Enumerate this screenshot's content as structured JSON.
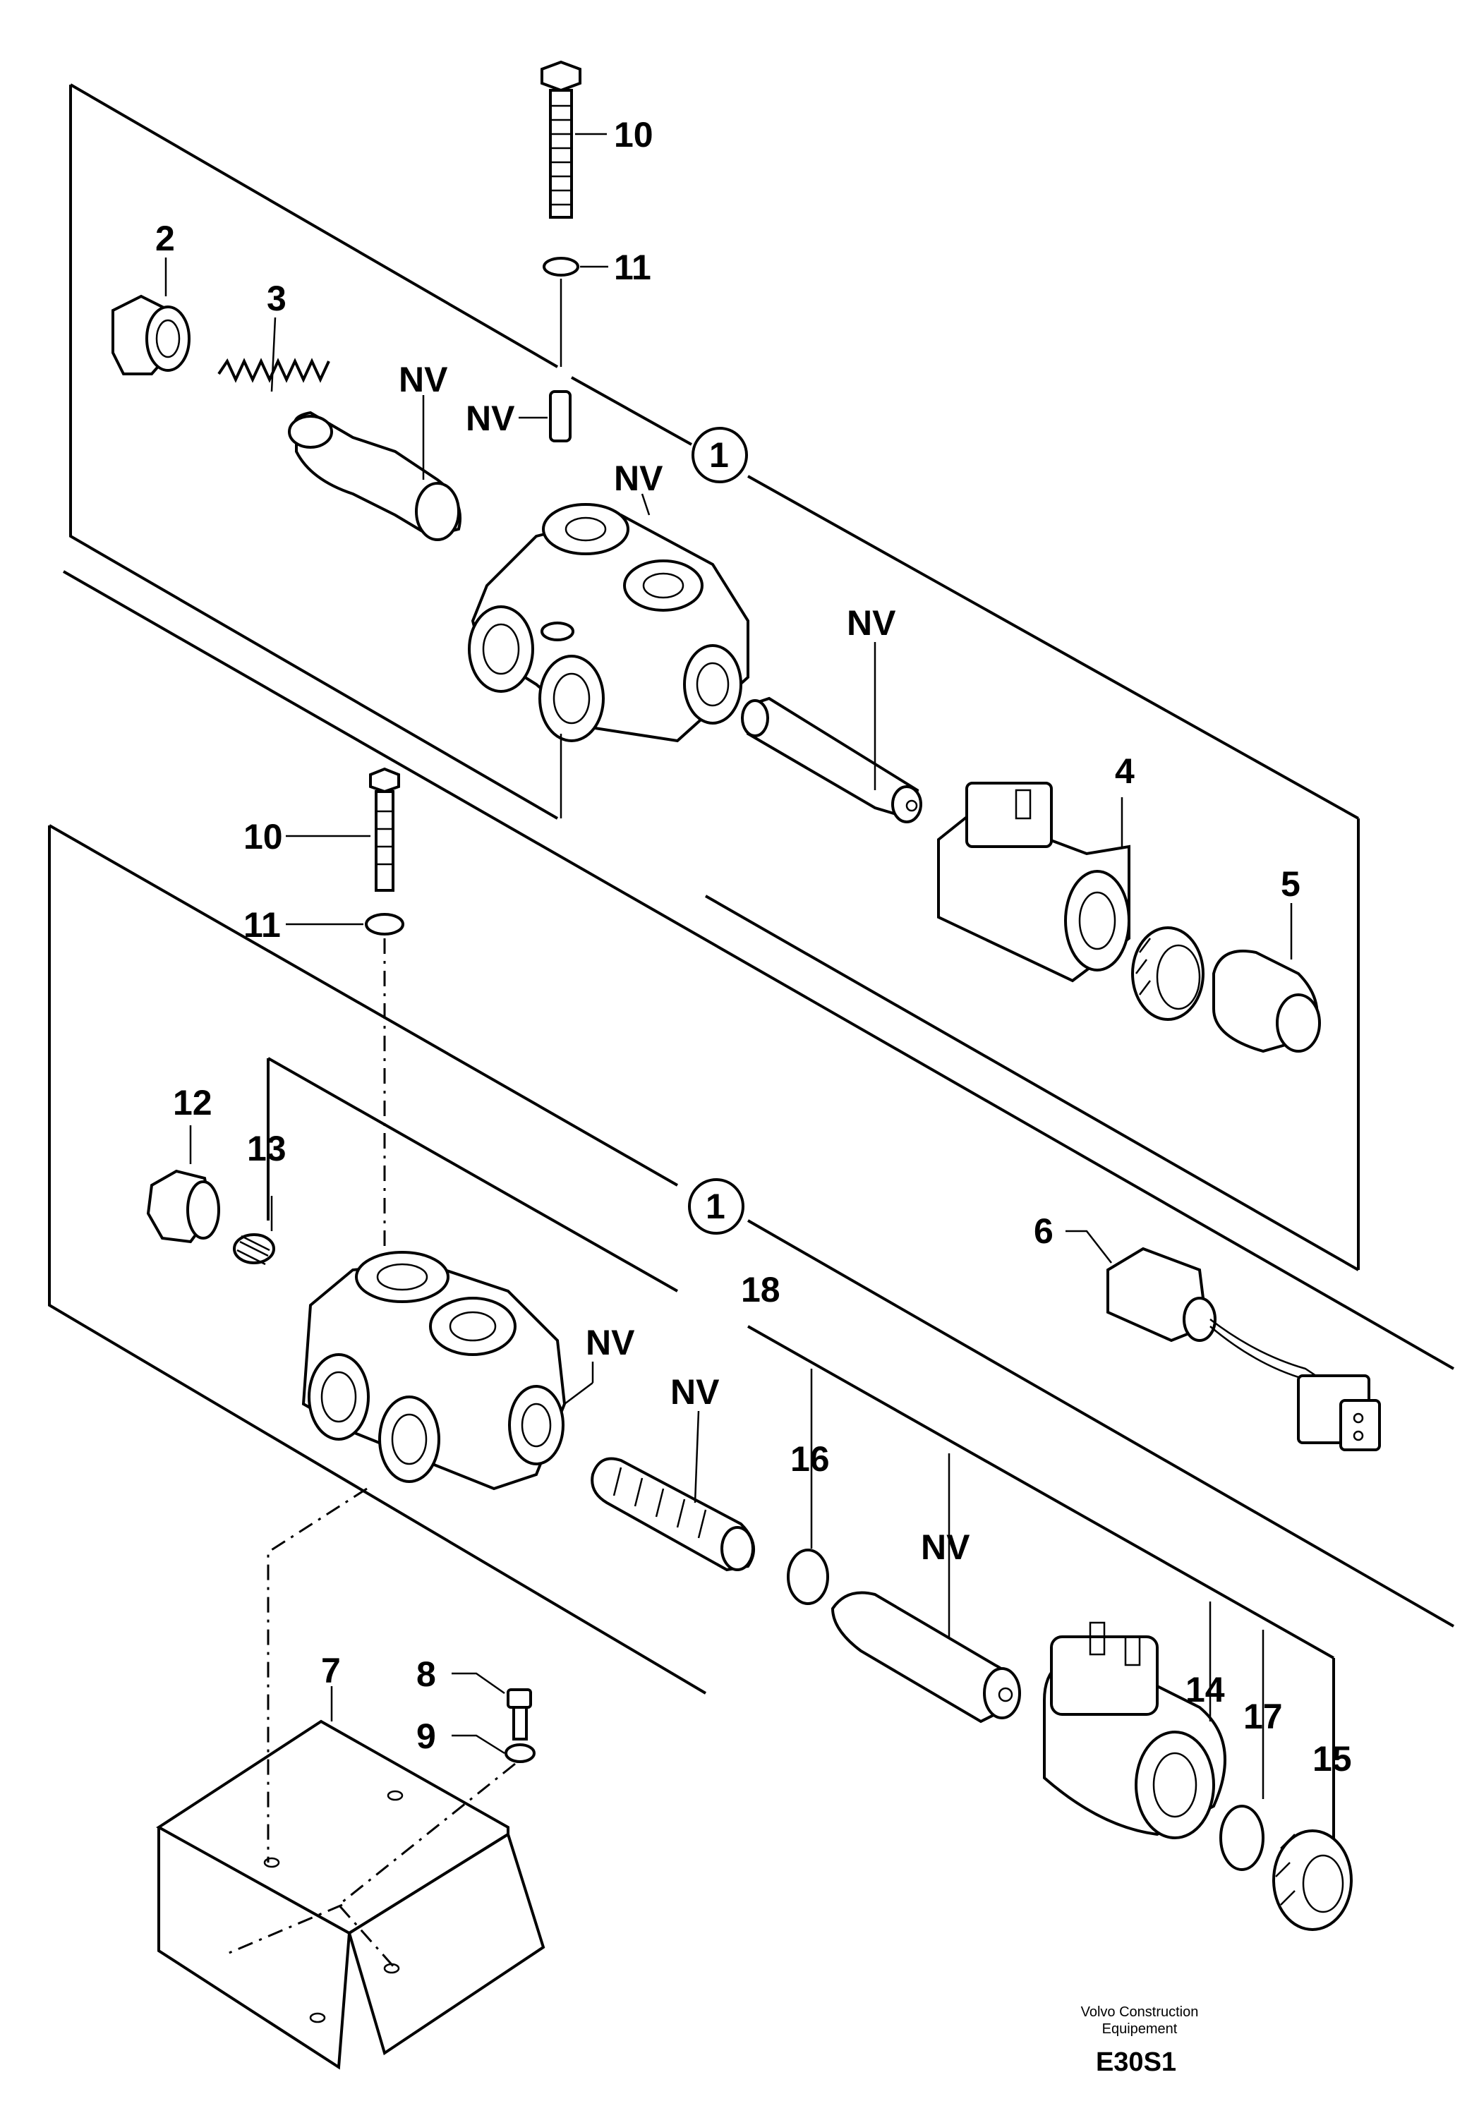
{
  "labels": {
    "l10a": "10",
    "l11a": "11",
    "l2": "2",
    "l3": "3",
    "lnv1": "NV",
    "lnv2": "NV",
    "lnv3": "NV",
    "lnv4": "NV",
    "l1a": "1",
    "l4": "4",
    "l5": "5",
    "l10b": "10",
    "l11b": "11",
    "l12": "12",
    "l13": "13",
    "l1b": "1",
    "l6": "6",
    "l18": "18",
    "lnv5": "NV",
    "lnv6": "NV",
    "l16": "16",
    "lnv7": "NV",
    "l7": "7",
    "l8": "8",
    "l9": "9",
    "l14": "14",
    "l17": "17",
    "l15": "15"
  },
  "footer": {
    "credit_line1": "Volvo Construction",
    "credit_line2": "Equipement",
    "code": "E30S1"
  }
}
